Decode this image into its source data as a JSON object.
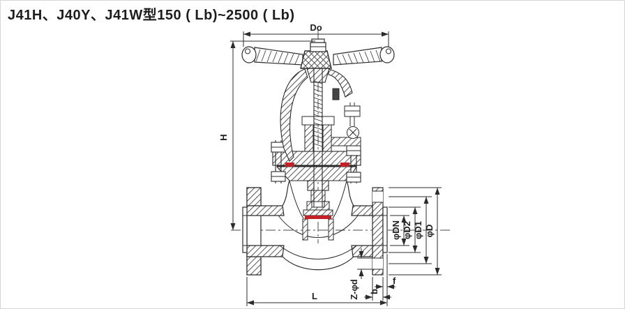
{
  "page": {
    "title_text": "J41H、J40Y、J41W型150 ( Lb)~2500 ( Lb)"
  },
  "drawing": {
    "type": "globe-valve-sectional-drawing",
    "dimension_labels": {
      "handwheel_diameter": "Do",
      "height": "H",
      "face_to_face": "L",
      "flange_thickness": "b",
      "raised_face_height": "f",
      "bolt_holes": "Z-φd",
      "nominal_bore": "φDN",
      "raised_face_diameter": "φD2",
      "bolt_circle_diameter": "φD1",
      "flange_outer_diameter": "φD"
    },
    "colors": {
      "line": "#2b2b2b",
      "gasket_seat_red": "#c42127",
      "background": "#ffffff"
    }
  }
}
